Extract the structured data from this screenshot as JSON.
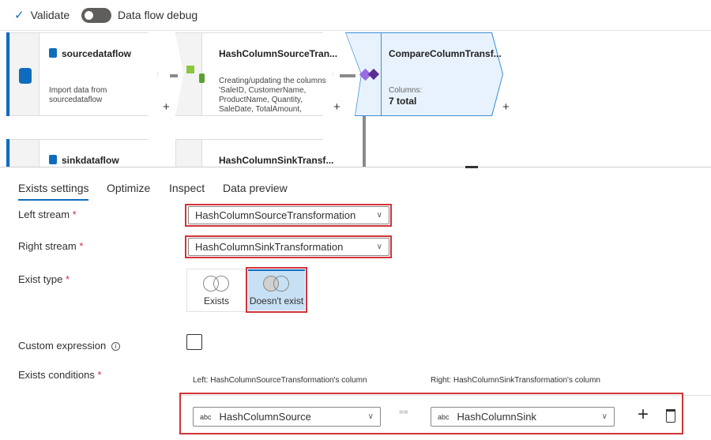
{
  "toolbar": {
    "validate_label": "Validate",
    "debug_label": "Data flow debug",
    "debug_on": false
  },
  "canvas": {
    "nodes": [
      {
        "title": "sourcedataflow",
        "desc": "Import data from sourcedataflow"
      },
      {
        "title": "HashColumnSourceTran...",
        "desc": "Creating/updating the columns 'SaleID, CustomerName, ProductName, Quantity, SaleDate, TotalAmount, HashColumnSource'"
      },
      {
        "title": "CompareColumnTransf...",
        "columns_label": "Columns:",
        "columns_value": "7 total"
      },
      {
        "title": "sinkdataflow"
      },
      {
        "title": "HashColumnSinkTransf..."
      }
    ],
    "plus": "+"
  },
  "tabs": [
    "Exists settings",
    "Optimize",
    "Inspect",
    "Data preview"
  ],
  "form": {
    "left_stream": {
      "label": "Left stream",
      "required": "*",
      "value": "HashColumnSourceTransformation"
    },
    "right_stream": {
      "label": "Right stream",
      "required": "*",
      "value": "HashColumnSinkTransformation"
    },
    "exist_type": {
      "label": "Exist type",
      "required": "*",
      "options": [
        "Exists",
        "Doesn't exist"
      ],
      "selected": "Doesn't exist"
    },
    "custom_expression": {
      "label": "Custom expression",
      "info": "i",
      "checked": false
    },
    "exists_conditions": {
      "label": "Exists conditions",
      "required": "*",
      "left_header": "Left: HashColumnSourceTransformation's column",
      "right_header": "Right: HashColumnSinkTransformation's column",
      "type_badge": "abc",
      "left_value": "HashColumnSource",
      "operator": "==",
      "right_value": "HashColumnSink"
    }
  },
  "colors": {
    "accent": "#0f6cbd",
    "highlight": "#d13438",
    "selected_bg": "#c7e0f4"
  }
}
